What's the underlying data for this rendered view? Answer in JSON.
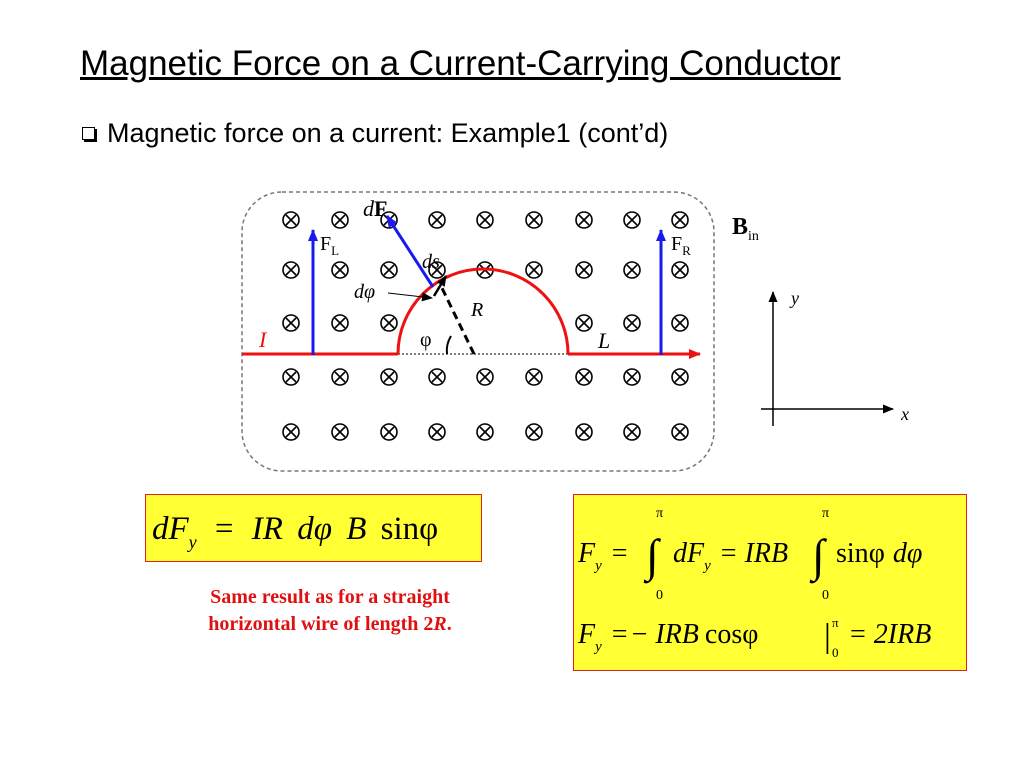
{
  "slide": {
    "title": "Magnetic Force on a Current-Carrying Conductor",
    "bullet": "Magnetic force on a current: Example1 (cont’d)"
  },
  "figure": {
    "field_label": "B",
    "field_sub": "in",
    "force_dF": "dF",
    "force_left": "F",
    "force_left_sub": "L",
    "force_right": "F",
    "force_right_sub": "R",
    "current_label": "I",
    "ds_label": "ds",
    "dphi_label": "dφ",
    "radius_label": "R",
    "phi_label": "φ",
    "length_label": "L",
    "axis_x": "x",
    "axis_y": "y",
    "field_symbol": "⊗",
    "colors": {
      "wire": "#ee1111",
      "force": "#1a1aee",
      "box_border": "#777777"
    }
  },
  "equations": {
    "eq1": "dF_y = IR dφ B sinφ",
    "eq2_line1": "F_y = ∫₀^π dF_y = IRB ∫₀^π sinφ dφ",
    "eq2_line2": "F_y = − IRB cosφ |₀^π = 2IRB",
    "note": "Same result as for a straight horizontal wire of length 2R."
  },
  "eq_parts": {
    "dF": "dF",
    "y": "y",
    "eq": "=",
    "IR": "IR",
    "dphi": "dφ",
    "B": "B",
    "sin": "sin",
    "phi": "φ",
    "F": "F",
    "pi": "π",
    "zero": "0",
    "IRB": "IRB",
    "int": "∫",
    "minus": "−",
    "cos": "cos",
    "bar": "|",
    "twoIRB": "2IRB"
  },
  "note_parts": {
    "line1": "Same result as for a straight",
    "line2a": "horizontal wire of length 2",
    "line2b": "R",
    "line2c": "."
  }
}
